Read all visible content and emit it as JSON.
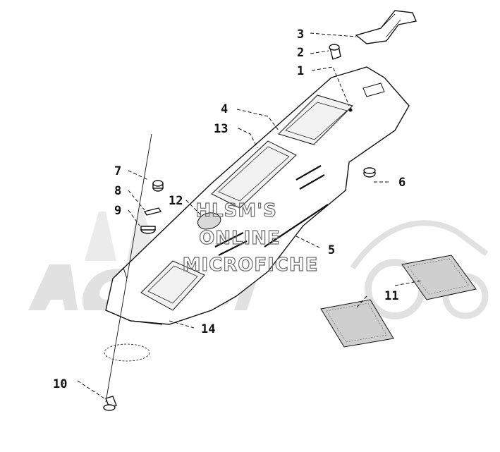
{
  "diagram": {
    "callouts": [
      {
        "id": "1",
        "label": "1"
      },
      {
        "id": "2",
        "label": "2"
      },
      {
        "id": "3",
        "label": "3"
      },
      {
        "id": "4",
        "label": "4"
      },
      {
        "id": "5",
        "label": "5"
      },
      {
        "id": "6",
        "label": "6"
      },
      {
        "id": "7",
        "label": "7"
      },
      {
        "id": "8",
        "label": "8"
      },
      {
        "id": "9",
        "label": "9"
      },
      {
        "id": "10",
        "label": "10"
      },
      {
        "id": "11",
        "label": "11"
      },
      {
        "id": "12",
        "label": "12"
      },
      {
        "id": "13",
        "label": "13"
      },
      {
        "id": "14",
        "label": "14"
      }
    ]
  },
  "watermark": {
    "line1": "HLSM'S",
    "line2": "ONLINE",
    "line3": "MICROFICHE",
    "logo_text": "ArcticCat"
  },
  "colors": {
    "ink": "#111111",
    "watermark": "#bdbdbd",
    "background": "#ffffff"
  }
}
